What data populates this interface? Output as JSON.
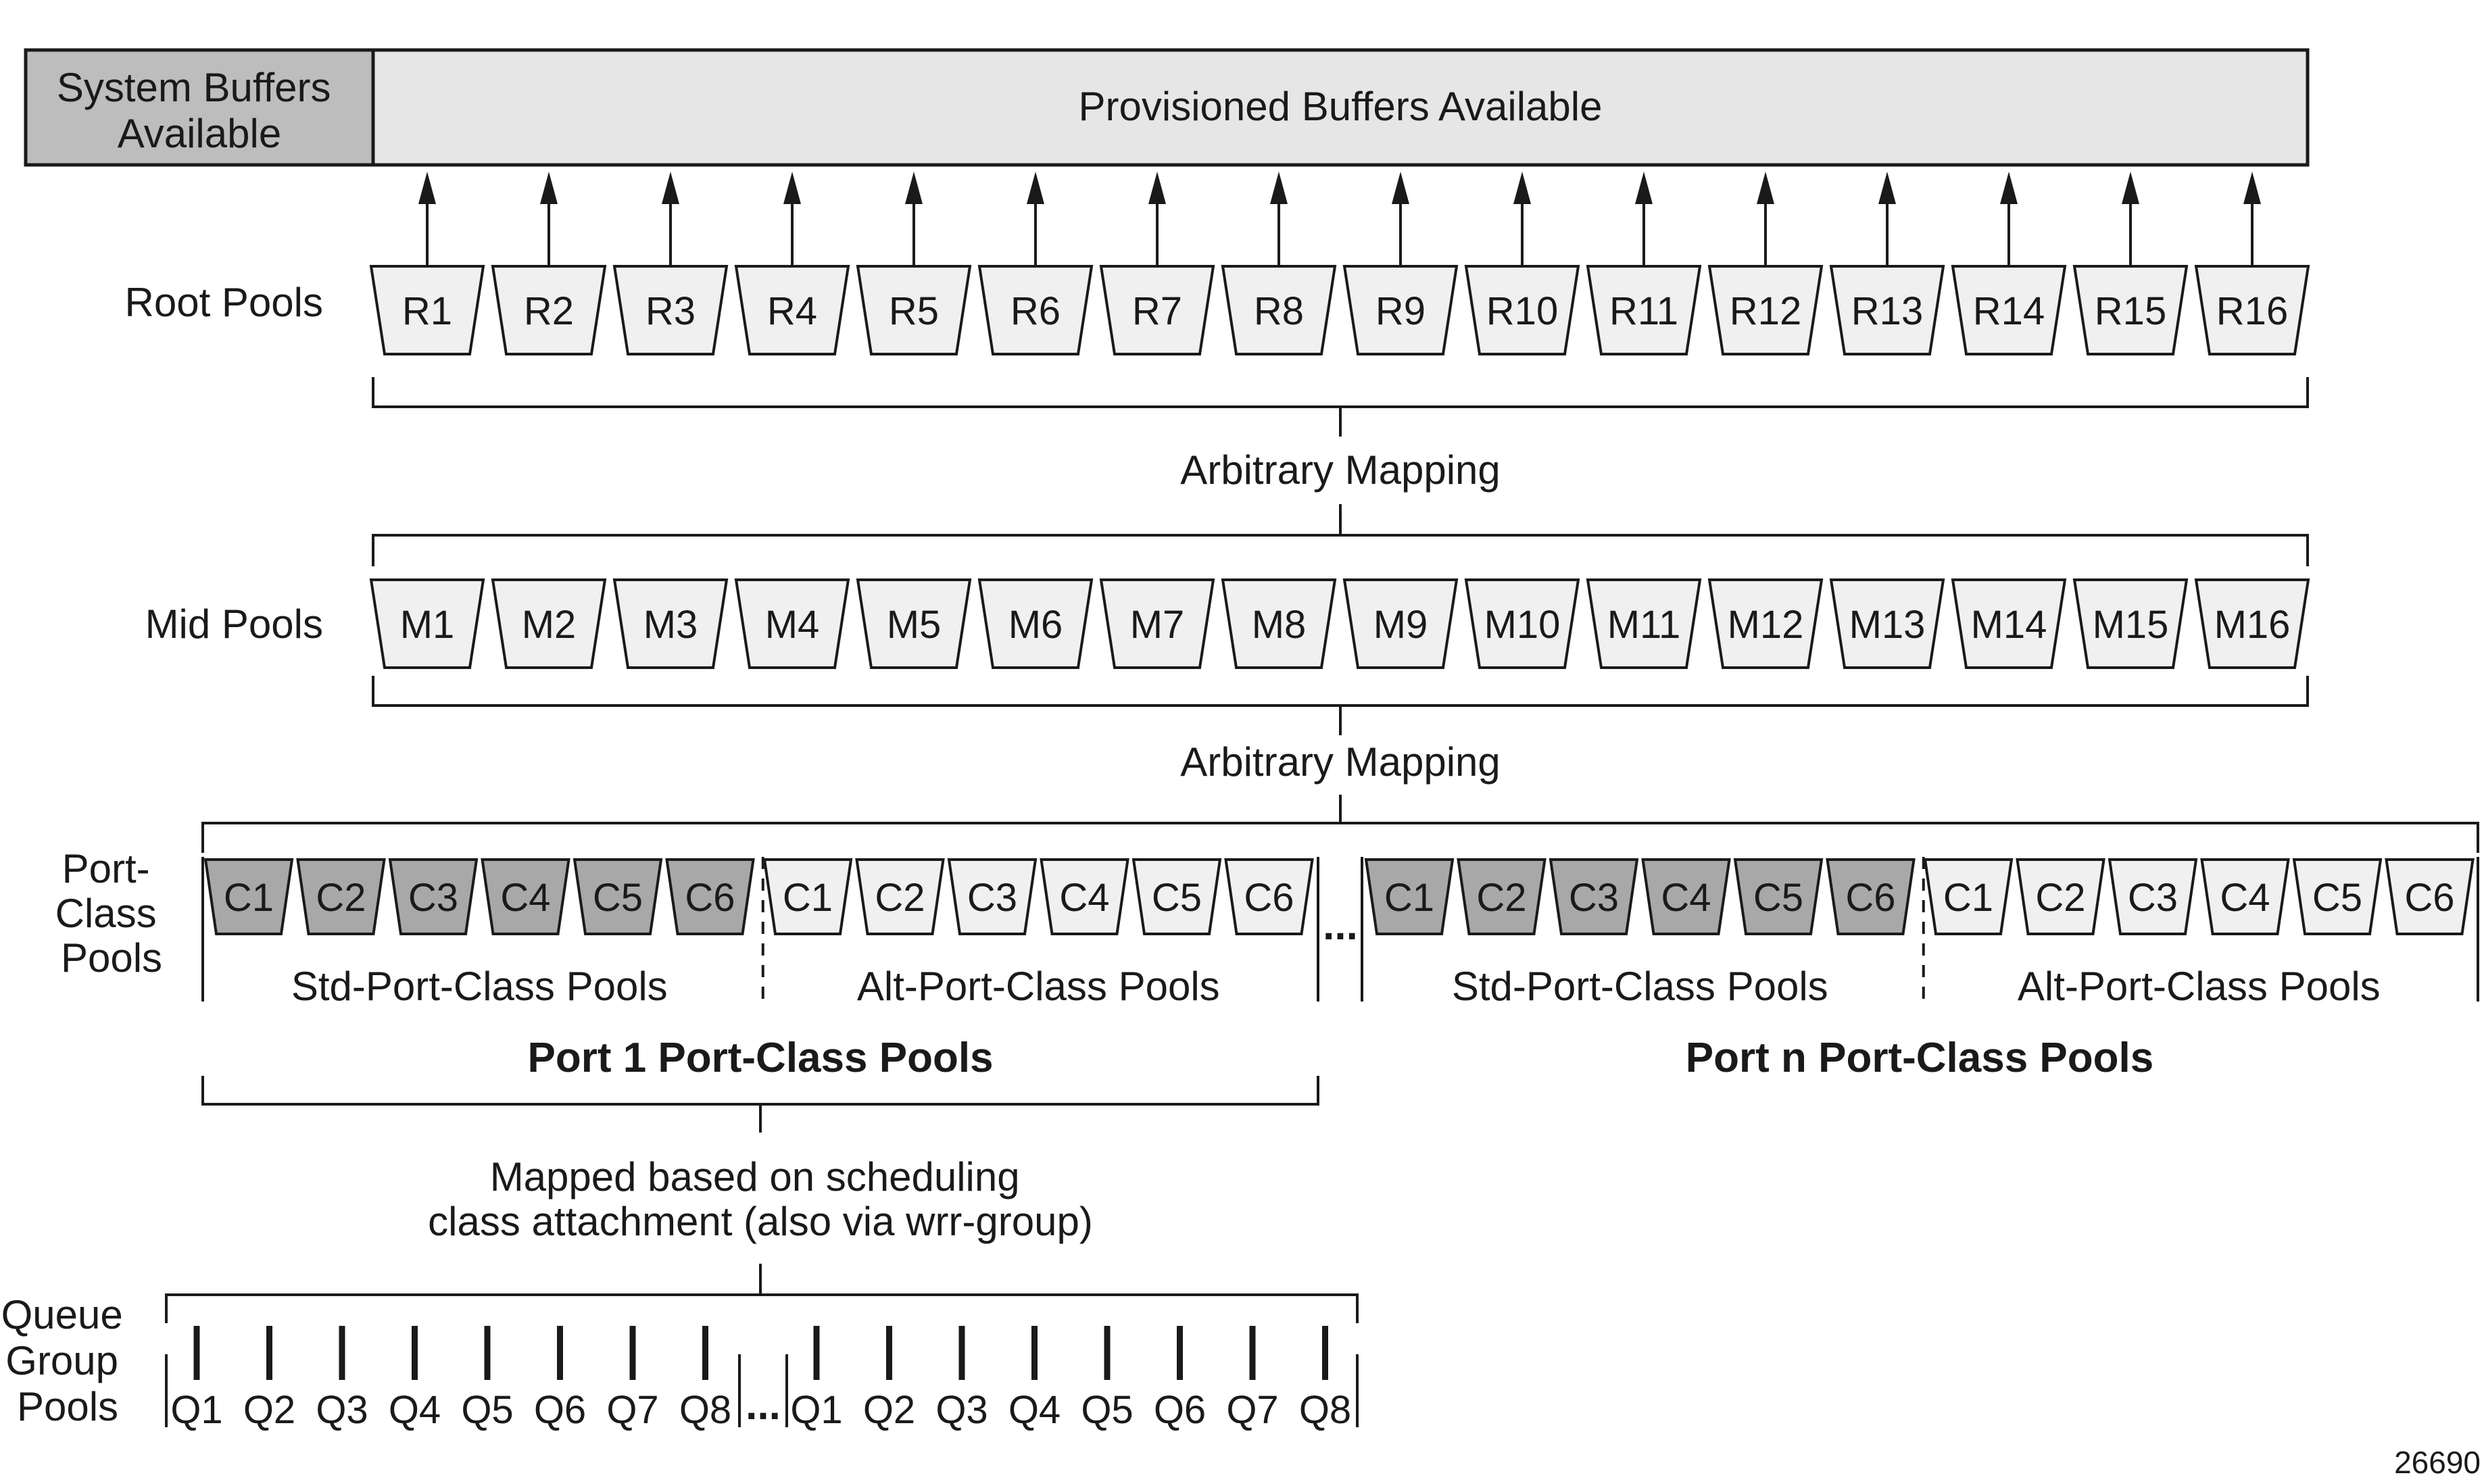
{
  "header": {
    "system_buffers": "System Buffers\nAvailable",
    "provisioned_buffers": "Provisioned Buffers Available"
  },
  "labels": {
    "root_pools": "Root Pools",
    "mid_pools": "Mid Pools",
    "port_class_pools": "Port-\nClass\nPools",
    "queue_group_pools": "Queue\nGroup\nPools",
    "arbitrary_mapping_1": "Arbitrary Mapping",
    "arbitrary_mapping_2": "Arbitrary Mapping",
    "mapped_based": "Mapped based on scheduling\nclass attachment (also via wrr-group)",
    "figure_id": "26690"
  },
  "root_pools": [
    "R1",
    "R2",
    "R3",
    "R4",
    "R5",
    "R6",
    "R7",
    "R8",
    "R9",
    "R10",
    "R11",
    "R12",
    "R13",
    "R14",
    "R15",
    "R16"
  ],
  "mid_pools": [
    "M1",
    "M2",
    "M3",
    "M4",
    "M5",
    "M6",
    "M7",
    "M8",
    "M9",
    "M10",
    "M11",
    "M12",
    "M13",
    "M14",
    "M15",
    "M16"
  ],
  "ports": [
    {
      "name": "Port 1 Port-Class Pools",
      "groups": [
        {
          "name": "Std-Port-Class Pools",
          "pools": [
            "C1",
            "C2",
            "C3",
            "C4",
            "C5",
            "C6"
          ],
          "shaded": true
        },
        {
          "name": "Alt-Port-Class Pools",
          "pools": [
            "C1",
            "C2",
            "C3",
            "C4",
            "C5",
            "C6"
          ],
          "shaded": false
        }
      ]
    },
    {
      "name": "Port n Port-Class Pools",
      "groups": [
        {
          "name": "Std-Port-Class Pools",
          "pools": [
            "C1",
            "C2",
            "C3",
            "C4",
            "C5",
            "C6"
          ],
          "shaded": true
        },
        {
          "name": "Alt-Port-Class Pools",
          "pools": [
            "C1",
            "C2",
            "C3",
            "C4",
            "C5",
            "C6"
          ],
          "shaded": false
        }
      ]
    }
  ],
  "ellipsis": "...",
  "queue_groups": [
    [
      "Q1",
      "Q2",
      "Q3",
      "Q4",
      "Q5",
      "Q6",
      "Q7",
      "Q8"
    ],
    [
      "Q1",
      "Q2",
      "Q3",
      "Q4",
      "Q5",
      "Q6",
      "Q7",
      "Q8"
    ]
  ],
  "colors": {
    "system_fill": "#bdbdbd",
    "provisioned_fill": "#e6e6e6",
    "pool_light": "#f0f0f0",
    "pool_dark": "#a8a8a8",
    "stroke": "#1a1a1a"
  }
}
